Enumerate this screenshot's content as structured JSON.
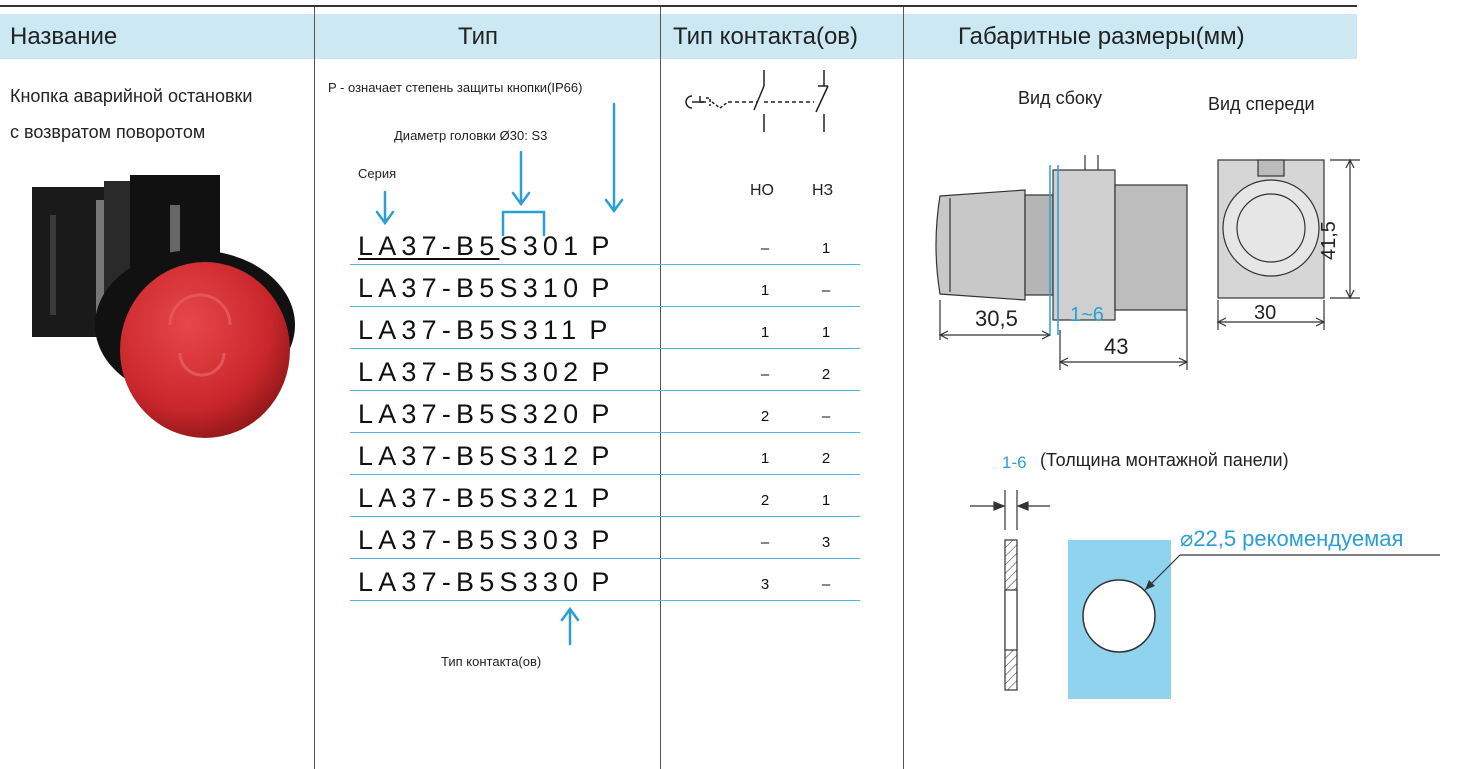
{
  "header": {
    "col_name": "Название",
    "col_type": "Тип",
    "col_contact": "Тип контакта(ов)",
    "col_dims": "Габаритные размеры(мм)"
  },
  "product": {
    "name_line1": "Кнопка аварийной остановки",
    "name_line2": "с возвратом поворотом",
    "image_icon": "red-mushroom-emergency-button-icon"
  },
  "code_legend": {
    "protection": "P - означает степень защиты кнопки(IP66)",
    "head": "Диаметр головки Ø30: S3",
    "series": "Серия",
    "contacts": "Тип контакта(ов)"
  },
  "contact_headers": {
    "no": "НО",
    "nc": "НЗ"
  },
  "models": [
    {
      "base": "LA37-B5",
      "code": "S301",
      "suffix": "P",
      "no": "–",
      "nc": "1"
    },
    {
      "base": "LA37-B5",
      "code": "S310",
      "suffix": "P",
      "no": "1",
      "nc": "–"
    },
    {
      "base": "LA37-B5",
      "code": "S311",
      "suffix": "P",
      "no": "1",
      "nc": "1"
    },
    {
      "base": "LA37-B5",
      "code": "S302",
      "suffix": "P",
      "no": "–",
      "nc": "2"
    },
    {
      "base": "LA37-B5",
      "code": "S320",
      "suffix": "P",
      "no": "2",
      "nc": "–"
    },
    {
      "base": "LA37-B5",
      "code": "S312",
      "suffix": "P",
      "no": "1",
      "nc": "2"
    },
    {
      "base": "LA37-B5",
      "code": "S321",
      "suffix": "P",
      "no": "2",
      "nc": "1"
    },
    {
      "base": "LA37-B5",
      "code": "S303",
      "suffix": "P",
      "no": "–",
      "nc": "3"
    },
    {
      "base": "LA37-B5",
      "code": "S330",
      "suffix": "P",
      "no": "3",
      "nc": "–"
    }
  ],
  "dimensions": {
    "side_view": "Вид сбоку",
    "front_view": "Вид спереди",
    "side_width": "30,5",
    "panel_range": "1~6",
    "total_length": "43",
    "front_width": "30",
    "front_height": "41,5"
  },
  "panel": {
    "thickness_value": "1-6",
    "thickness_label": "(Толщина монтажной панели)",
    "hole_label": "22,5 рекомендуемая",
    "diameter_symbol": "⌀"
  },
  "colors": {
    "accent": "#2a9fd6",
    "header_bg": "#cce9f3",
    "panel_fill": "#8fd3ef",
    "button_red": "#c8262b"
  }
}
